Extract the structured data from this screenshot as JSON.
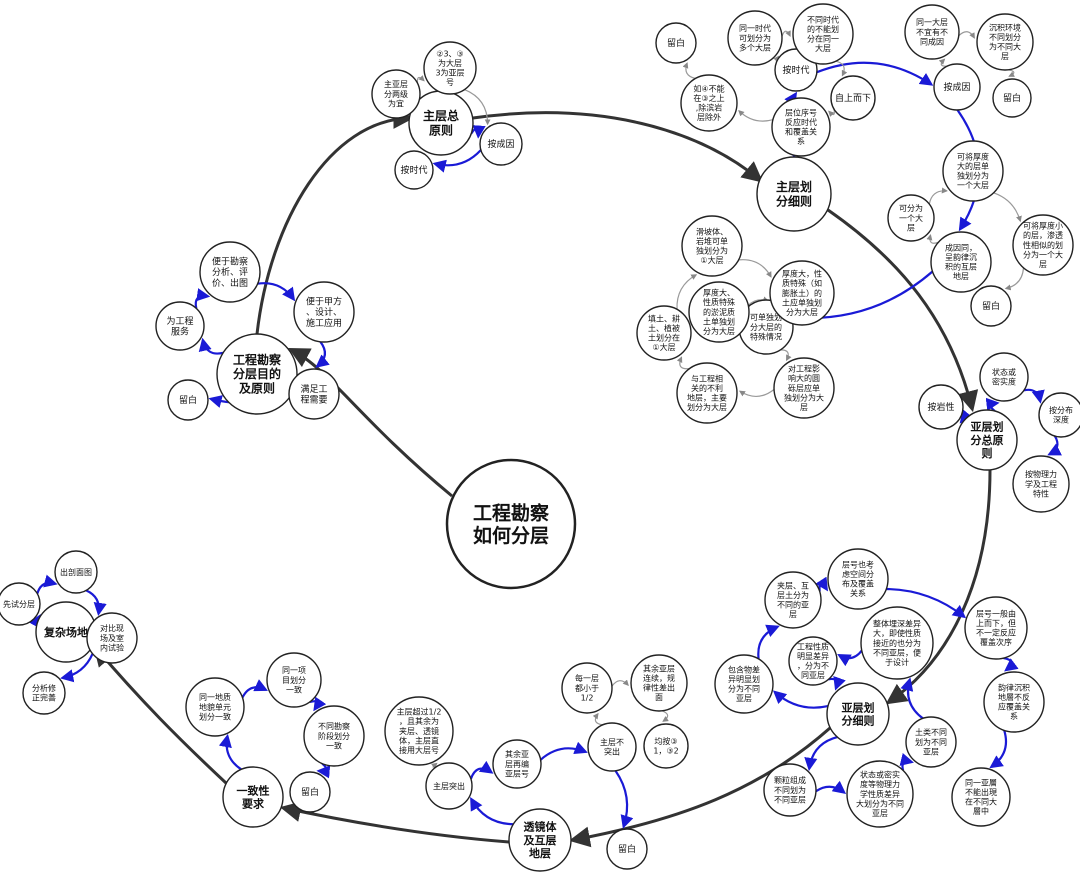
{
  "diagram": {
    "center": "工程勘察\n如何分层",
    "nodes": {
      "c": "工程勘察\n如何分层",
      "pu": "工程勘察\n分层目的\n及原则",
      "pu1": "为工程\n服务",
      "pu2": "便于勘察\n分析、评\n价、出图",
      "pu3": "便于甲方\n、设计、\n施工应用",
      "pu4": "满足工\n程需要",
      "pu5": "留白",
      "zz": "主层总\n原则",
      "zz1": "主亚层\n分两级\n为宜",
      "zz2": "②3、③\n为大层\n3为亚层\n号",
      "zz3": "按成因",
      "zz4": "按时代",
      "zx": "主层划\n分细则",
      "zx_t": "按时代",
      "zx_t1": "留白",
      "zx_t2": "同一时代\n可划分为\n多个大层",
      "zx_t3": "不同时代\n的不能划\n分在同一\n大层",
      "zx_t4": "自上而下",
      "zx_t5": "层位序号\n反应时代\n和覆盖关\n系",
      "zx_t6": "如④不能\n在③之上\n,除滨岩\n层除外",
      "zx_c": "按成因",
      "zx_c1": "同一大层\n不宜有不\n同成因",
      "zx_c2": "沉积环境\n不同划分\n为不同大\n层",
      "zx_c3": "留白",
      "zx_s": "成因同，\n呈韵律沉\n积的互层\n地层",
      "zx_s1": "可分为\n一个大\n层",
      "zx_s2": "可将厚度\n大的层单\n独划分为\n一个大层",
      "zx_s3": "可将厚度小\n的层，渗透\n性相似的划\n分为一个大\n层",
      "zx_s4": "留白",
      "sp": "可单独划\n分大层的\n特殊情况",
      "sp1": "滑坡体、\n岩堆可单\n独划分为\n①大层",
      "sp2": "厚度大，性\n质特殊（如\n膨胀土）的\n土应单独划\n分为大层",
      "sp3": "对工程影\n响大的圆\n砾层应单\n独划分为大\n层",
      "sp4": "与工程相\n关的不利\n地层，主要\n划分为大层",
      "sp5": "填土、耕\n土、植被\n土划分在\n①大层",
      "sp6": "厚度大、\n性质特殊\n的淤泥质\n土单独划\n分为大层",
      "yz": "亚层划\n分总原\n则",
      "yz1": "状态或\n密实度",
      "yz2": "按分布\n深度",
      "yz3": "按物理力\n学及工程\n特性",
      "yz4": "按岩性",
      "yx": "亚层划\n分细则",
      "yx1": "夹层、互\n层土分为\n不同的亚\n层",
      "yx2": "层号也考\n虑空间分\n布及覆盖\n关系",
      "yx3": "层号一般由\n上而下，但\n不一定反应\n覆盖次序",
      "yx4": "韵律沉积\n地層不反\n应覆盖关\n系",
      "yx5": "同一亚層\n不能出現\n在不同大\n層中",
      "yx6": "整体埋深差异\n大，即使性质\n接近的也分为\n不同亚层，便\n于设计",
      "yx7": "土类不同\n划为不同\n亚层",
      "yx8": "工程性质\n明显差异\n，分为不\n同亚层",
      "yx9": "状态或密实\n度等物理力\n学性质差异\n大划分为不同\n亚层",
      "yx10": "颗粒组成\n不同划为\n不同亚层",
      "yx11": "包含物差\n异明显划\n分为不同\n亚层",
      "lt": "透镜体\n及互层\n地层",
      "lt1": "主层突出",
      "lt2": "主层超过1/2\n，且其余为\n夹层、透镜\n体，主层直\n接用大层号",
      "lt3": "其余亚\n层再编\n亚层号",
      "lt4": "主层不\n突出",
      "lt5": "每一层\n都小于\n1/2",
      "lt6": "其余亚层\n连续，规\n律性差出\n面",
      "lt7": "均按③\n1，③2",
      "lt8": "留白",
      "yz_": "一致性\n要求",
      "yz_1": "同一地质\n地貌单元\n划分一致",
      "yz_2": "同一项\n目划分\n一致",
      "yz_3": "不同勘察\n阶段划分\n一致",
      "yz_4": "留白",
      "fz": "复杂场地",
      "fz1": "先试分层",
      "fz2": "出剖面图",
      "fz3": "对比现\n场及室\n内试验",
      "fz4": "分析修\n正完善"
    }
  }
}
